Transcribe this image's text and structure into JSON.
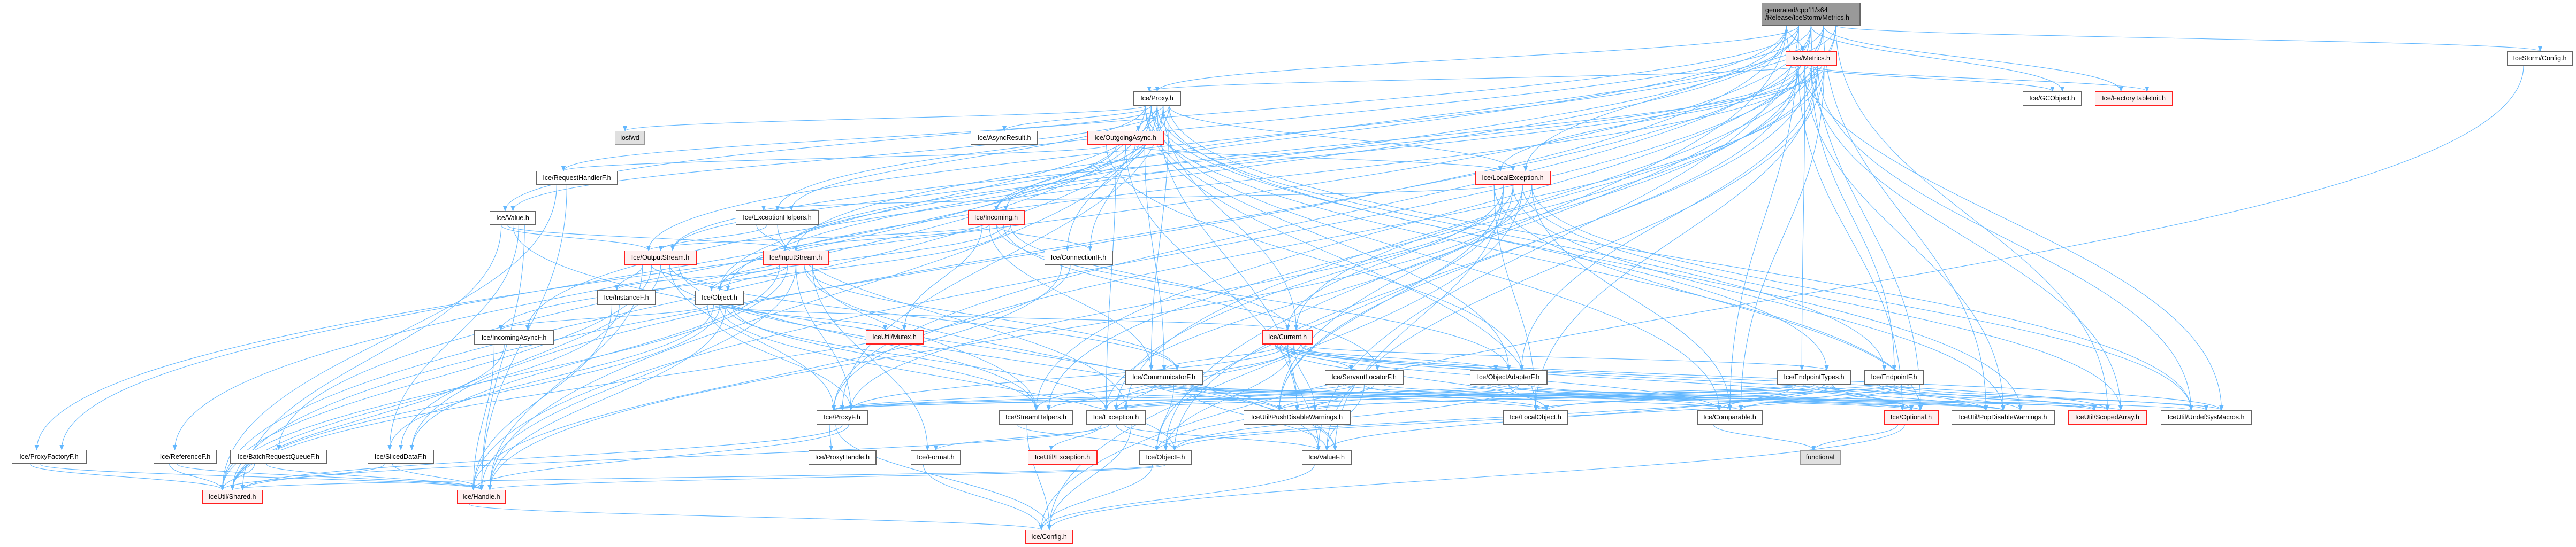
{
  "graph": {
    "root": {
      "line1": "generated/cpp11/x64",
      "line2": "/Release/IceStorm/Metrics.h"
    },
    "nodes": {
      "metrics": "Ice/Metrics.h",
      "stormconfig": "IceStorm/Config.h",
      "proxy": "Ice/Proxy.h",
      "gcobject": "Ice/GCObject.h",
      "factorytable": "Ice/FactoryTableInit.h",
      "iosfwd": "iosfwd",
      "asyncresult": "Ice/AsyncResult.h",
      "outgoingasync": "Ice/OutgoingAsync.h",
      "requesthandlerf": "Ice/RequestHandlerF.h",
      "localexception": "Ice/LocalException.h",
      "value": "Ice/Value.h",
      "exceptionhelpers": "Ice/ExceptionHelpers.h",
      "incoming": "Ice/Incoming.h",
      "outputstream": "Ice/OutputStream.h",
      "inputstream": "Ice/InputStream.h",
      "connectionif": "Ice/ConnectionIF.h",
      "instancef": "Ice/InstanceF.h",
      "object": "Ice/Object.h",
      "incomingasyncf": "Ice/IncomingAsyncF.h",
      "mutex": "IceUtil/Mutex.h",
      "current": "Ice/Current.h",
      "communicatorf": "Ice/CommunicatorF.h",
      "servantlocatorf": "Ice/ServantLocatorF.h",
      "objectadapterf": "Ice/ObjectAdapterF.h",
      "endpointtypes": "Ice/EndpointTypes.h",
      "endpointf": "Ice/EndpointF.h",
      "proxyf": "Ice/ProxyF.h",
      "streamhelpers": "Ice/StreamHelpers.h",
      "exception": "Ice/Exception.h",
      "pushdisable": "IceUtil/PushDisableWarnings.h",
      "localobject": "Ice/LocalObject.h",
      "comparable": "Ice/Comparable.h",
      "optional": "Ice/Optional.h",
      "popdisable": "IceUtil/PopDisableWarnings.h",
      "scopedarray": "IceUtil/ScopedArray.h",
      "undefsys": "IceUtil/UndefSysMacros.h",
      "proxyfactoryf": "Ice/ProxyFactoryF.h",
      "referencef": "Ice/ReferenceF.h",
      "batchrequestqueuef": "Ice/BatchRequestQueueF.h",
      "sliceddataf": "Ice/SlicedDataF.h",
      "proxyhandle": "Ice/ProxyHandle.h",
      "format": "Ice/Format.h",
      "iceutilexception": "IceUtil/Exception.h",
      "objectf": "Ice/ObjectF.h",
      "valuef": "Ice/ValueF.h",
      "functional": "functional",
      "shared": "IceUtil/Shared.h",
      "handle": "Ice/Handle.h",
      "config": "Ice/Config.h"
    }
  },
  "colors": {
    "edge": "#63b8ff",
    "incomplete_border": "#ff2020",
    "incomplete_fill": "#fff0f0",
    "root_fill": "#999999",
    "system_fill": "#e0e0e0"
  }
}
